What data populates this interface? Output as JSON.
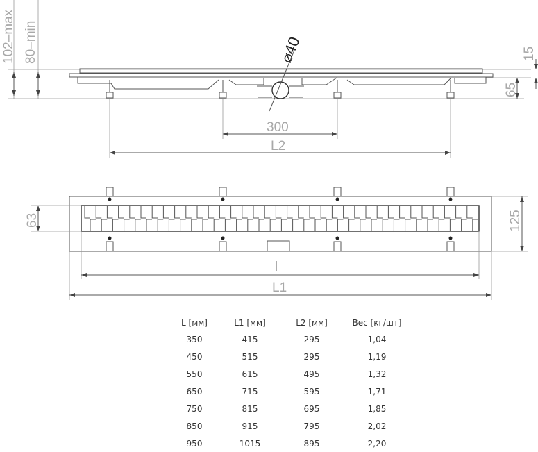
{
  "side_view": {
    "height_max": "102–max",
    "height_min": "80–min",
    "diameter": "⌀40",
    "dim_top": "15",
    "dim_height": "65",
    "dim_spacing": "300",
    "dim_l2": "L2"
  },
  "plan_view": {
    "dim_slot": "63",
    "dim_width": "125",
    "dim_l": "l",
    "dim_l1": "L1"
  },
  "table": {
    "headers": [
      "L [мм]",
      "L1 [мм]",
      "L2 [мм]",
      "Вес [кг/шт]"
    ],
    "rows": [
      [
        "350",
        "415",
        "295",
        "1,04"
      ],
      [
        "450",
        "515",
        "295",
        "1,19"
      ],
      [
        "550",
        "615",
        "495",
        "1,32"
      ],
      [
        "650",
        "715",
        "595",
        "1,71"
      ],
      [
        "750",
        "815",
        "695",
        "1,85"
      ],
      [
        "850",
        "915",
        "795",
        "2,02"
      ],
      [
        "950",
        "1015",
        "895",
        "2,20"
      ]
    ]
  }
}
